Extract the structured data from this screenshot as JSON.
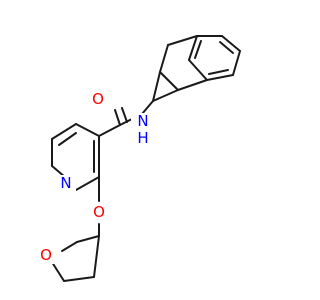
{
  "molecule": {
    "atoms": {
      "oxygen_carbonyl": {
        "symbol": "O",
        "color": "#ff0000"
      },
      "amide_nh": {
        "symbol": "N",
        "color": "#0000ff"
      },
      "amide_h": {
        "symbol": "H",
        "color": "#0000ff"
      },
      "pyridine_n": {
        "symbol": "N",
        "color": "#0000ff"
      },
      "ether_o": {
        "symbol": "O",
        "color": "#ff0000"
      },
      "thf_o": {
        "symbol": "O",
        "color": "#ff0000"
      }
    },
    "bond_color": "#1a1a1a"
  }
}
